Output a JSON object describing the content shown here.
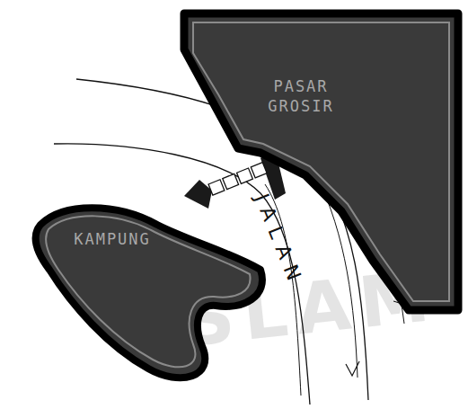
{
  "diagram": {
    "nodes": [
      {
        "text": [
          "PASAR GROSIR"
        ]
      },
      {
        "text": [
          "KAMPUNG"
        ]
      }
    ],
    "labels": [
      "JALAN",
      "ISLAM"
    ]
  }
}
